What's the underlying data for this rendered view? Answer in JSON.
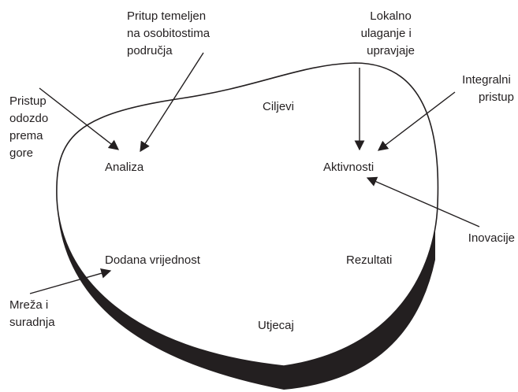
{
  "stages": {
    "ciljevi": "Ciljevi",
    "analiza": "Analiza",
    "aktivnosti": "Aktivnosti",
    "dodana_vrijednost": "Dodana vrijednost",
    "rezultati": "Rezultati",
    "utjecaj": "Utjecaj"
  },
  "inputs": {
    "pristup_odozdo": [
      "Pristup",
      "odozdo",
      "prema",
      "gore"
    ],
    "pritup_temeljen": [
      "Pritup temeljen",
      "na osobitostima",
      "područja"
    ],
    "lokalno": [
      "Lokalno",
      "ulaganje i",
      "upravjaje"
    ],
    "integralni": [
      "Integralni",
      "pristup"
    ],
    "inovacije": [
      "Inovacije"
    ],
    "mreza": [
      "Mreža i",
      "suradnja"
    ]
  },
  "colors": {
    "ink": "#231f20",
    "shadow": "#231f20",
    "fill": "#ffffff"
  }
}
